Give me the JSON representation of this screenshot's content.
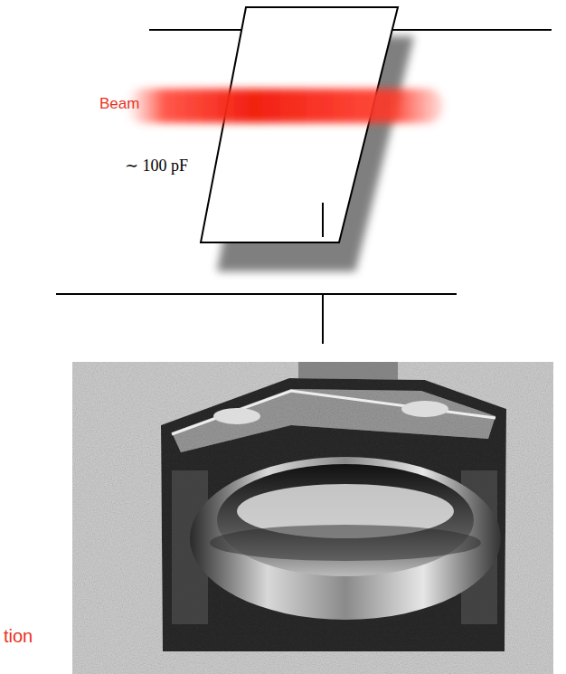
{
  "diagram": {
    "labels": [
      "Beam",
      "∼ 100 pF",
      "tion"
    ]
  }
}
